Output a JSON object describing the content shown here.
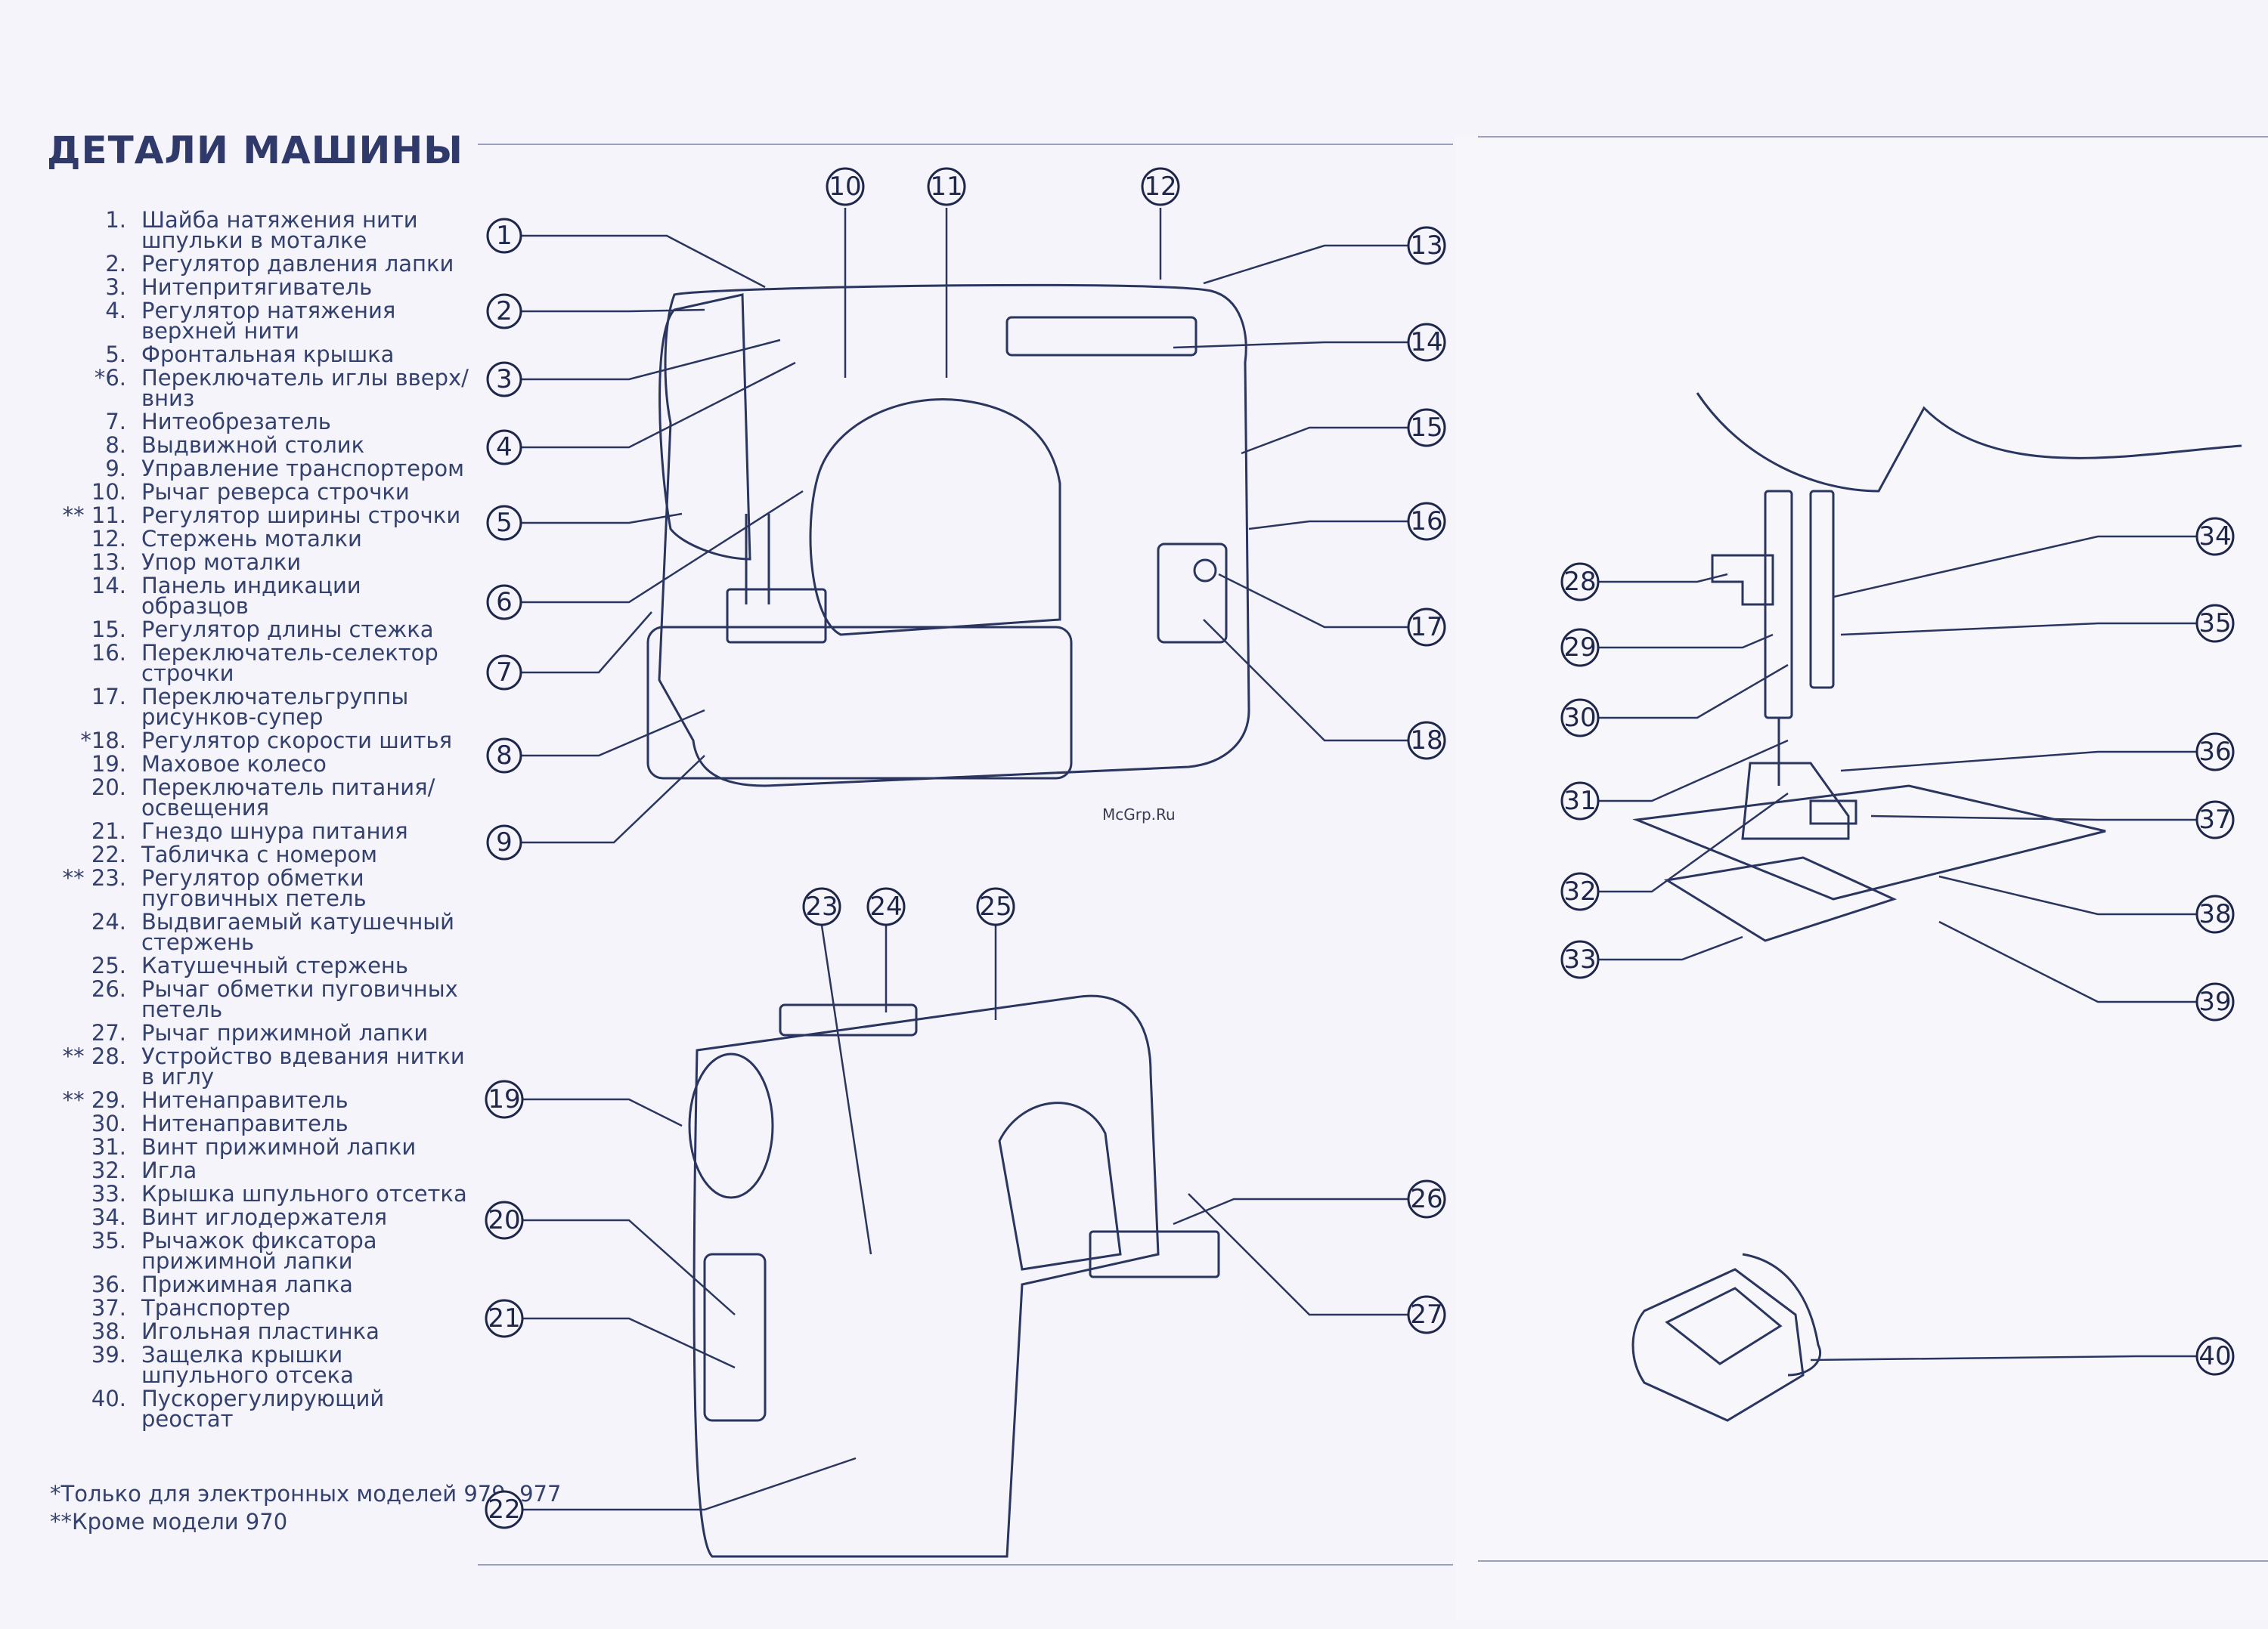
{
  "title": "ДЕТАЛИ МАШИНЫ",
  "parts": [
    {
      "num": "1.",
      "name": "Шайба натяжения нити шпульки в моталке"
    },
    {
      "num": "2.",
      "name": "Регулятор давления лапки"
    },
    {
      "num": "3.",
      "name": "Нитепритягиватель"
    },
    {
      "num": "4.",
      "name": "Регулятор натяжения верхней нити"
    },
    {
      "num": "5.",
      "name": "Фронтальная крышка"
    },
    {
      "num": "*6.",
      "name": "Переключатель иглы вверх/вниз"
    },
    {
      "num": "7.",
      "name": "Нитеобрезатель"
    },
    {
      "num": "8.",
      "name": "Выдвижной столик"
    },
    {
      "num": "9.",
      "name": "Управление транспортером"
    },
    {
      "num": "10.",
      "name": "Рычаг реверса строчки"
    },
    {
      "num": "** 11.",
      "name": "Регулятор ширины строчки"
    },
    {
      "num": "12.",
      "name": "Стержень моталки"
    },
    {
      "num": "13.",
      "name": "Упор моталки"
    },
    {
      "num": "14.",
      "name": "Панель индикации образцов"
    },
    {
      "num": "15.",
      "name": "Регулятор длины стежка"
    },
    {
      "num": "16.",
      "name": "Переключатель-селектор строчки"
    },
    {
      "num": "17.",
      "name": "Переключательгруппы рисунков-супер"
    },
    {
      "num": "*18.",
      "name": "Регулятор скорости шитья"
    },
    {
      "num": "19.",
      "name": "Маховое колесо"
    },
    {
      "num": "20.",
      "name": "Переключатель питания/освещения"
    },
    {
      "num": "21.",
      "name": "Гнездо шнура питания"
    },
    {
      "num": "22.",
      "name": "Табличка с номером"
    },
    {
      "num": "** 23.",
      "name": "Регулятор обметки пуговичных петель"
    },
    {
      "num": "24.",
      "name": "Выдвигаемый катушечный стержень"
    },
    {
      "num": "25.",
      "name": "Катушечный стержень"
    },
    {
      "num": "26.",
      "name": "Рычаг обметки пуговичных петель"
    },
    {
      "num": "27.",
      "name": "Рычаг прижимной лапки"
    },
    {
      "num": "** 28.",
      "name": "Устройство вдевания нитки в иглу"
    },
    {
      "num": "** 29.",
      "name": "Нитенаправитель"
    },
    {
      "num": "30.",
      "name": "Нитенаправитель"
    },
    {
      "num": "31.",
      "name": "Винт прижимной лапки"
    },
    {
      "num": "32.",
      "name": "Игла"
    },
    {
      "num": "33.",
      "name": "Крышка шпульного отсетка"
    },
    {
      "num": "34.",
      "name": "Винт иглодержателя"
    },
    {
      "num": "35.",
      "name": "Рычажок фиксатора прижимной лапки"
    },
    {
      "num": "36.",
      "name": "Прижимная лапка"
    },
    {
      "num": "37.",
      "name": "Транспортер"
    },
    {
      "num": "38.",
      "name": "Игольная пластинка"
    },
    {
      "num": "39.",
      "name": "Защелка крышки шпульного отсека"
    },
    {
      "num": "40.",
      "name": "Пускорегулирующий реостат"
    }
  ],
  "footnotes": [
    "*Только для электронных моделей 979, 977",
    "**Кроме модели 970"
  ],
  "watermark": "McGrp.Ru",
  "callouts_upper": [
    "1",
    "2",
    "3",
    "4",
    "5",
    "6",
    "7",
    "8",
    "9",
    "10",
    "11",
    "12",
    "13",
    "14",
    "15",
    "16",
    "17",
    "18"
  ],
  "callouts_lower": [
    "19",
    "20",
    "21",
    "22",
    "23",
    "24",
    "25",
    "26",
    "27"
  ],
  "callouts_right": [
    "28",
    "29",
    "30",
    "31",
    "32",
    "33",
    "34",
    "35",
    "36",
    "37",
    "38",
    "39",
    "40"
  ],
  "colors": {
    "ink": "#2a3560",
    "line": "#1e264a",
    "paper": "#f4f4fa",
    "rule": "#9aa0bc"
  }
}
